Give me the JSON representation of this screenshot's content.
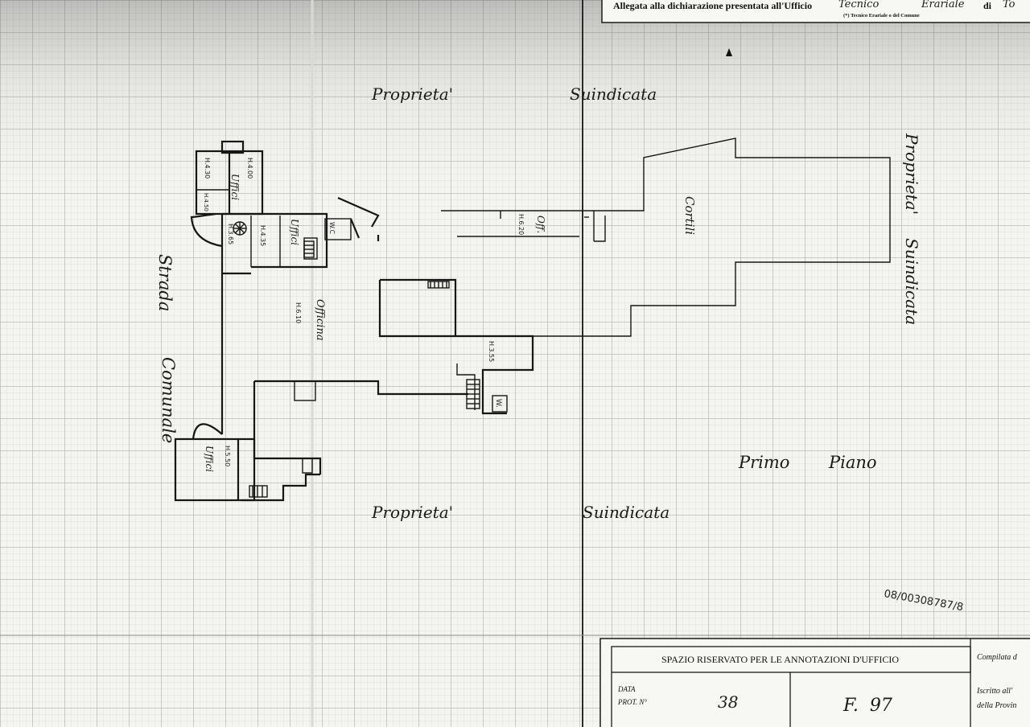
{
  "header": {
    "declaration_text": "Allegata alla dichiarazione presentata all'Ufficio",
    "office_handwritten": "Tecnico",
    "province_handwritten": "Erariale",
    "connector": "di",
    "trailing": "To",
    "footnote": "(*) Tecnico Erariale o del Comune"
  },
  "labels": {
    "proprieta_top": "Proprieta'",
    "suindicata_top": "Suindicata",
    "proprieta_right": "Proprieta'",
    "suindicata_right": "Suindicata",
    "strada": "Strada",
    "comunale": "Comunale",
    "proprieta_bottom": "Proprieta'",
    "suindicata_bottom": "Suindicata",
    "primo": "Primo",
    "piano": "Piano",
    "cortili": "Cortili",
    "officina": "Officina",
    "uffici_top": "Uffici",
    "uffici_mid": "Uffici",
    "uffici_bottom": "Uffici",
    "off_label": "Off.",
    "wc_1": "W.C",
    "wc_2": "W.",
    "h430": "H.4.30",
    "h400": "H.4.00",
    "h450": "H.4.50",
    "h365": "H.3.65",
    "h435": "H.4.35",
    "h620": "H.6.20",
    "h610": "H.6.10",
    "h355": "H.3.55",
    "h550": "H.5.50",
    "stamp_code": "08/00308787/8"
  },
  "office_box": {
    "title": "SPAZIO RISERVATO PER LE ANNOTAZIONI D'UFFICIO",
    "data_label": "DATA",
    "prot_label": "PROT. N°",
    "prot_value": "38",
    "foglio_value": "F.  97",
    "right_line1": "Compilata d",
    "right_line2": "Iscritto all'",
    "right_line3": "della Provin"
  },
  "colors": {
    "paper": "#f4f4f1",
    "ink": "#161616",
    "grid": "#b9b9b4"
  }
}
